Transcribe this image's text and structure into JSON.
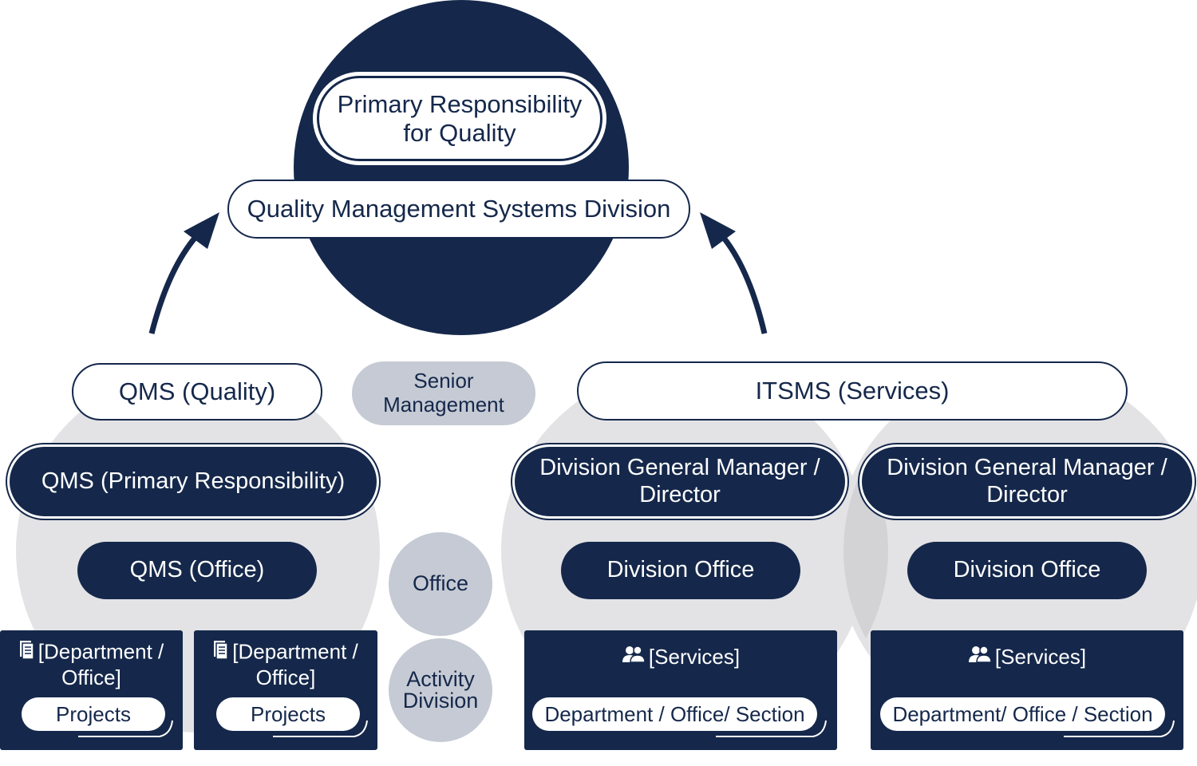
{
  "top": {
    "primary_line1": "Primary Responsibility",
    "primary_line2": "for Quality",
    "qms_division": "Quality Management Systems Division"
  },
  "left": {
    "qms_quality": "QMS (Quality)",
    "qms_primary": "QMS (Primary Responsibility)",
    "qms_office": "QMS (Office)",
    "units": [
      {
        "icon": "document-icon",
        "title_line1": "[Department /",
        "title_line2": "Office]",
        "pill": "Projects"
      },
      {
        "icon": "document-icon",
        "title_line1": "[Department /",
        "title_line2": "Office]",
        "pill": "Projects"
      }
    ]
  },
  "middle": {
    "senior_line1": "Senior",
    "senior_line2": "Management",
    "office": "Office",
    "activity_line1": "Activity",
    "activity_line2": "Division"
  },
  "right": {
    "itsms": "ITSMS (Services)",
    "columns": [
      {
        "dgm_line1": "Division General Manager /",
        "dgm_line2": "Director",
        "office": "Division Office",
        "icon": "people-icon",
        "services": "[Services]",
        "pill": "Department / Office/ Section"
      },
      {
        "dgm_line1": "Division General Manager /",
        "dgm_line2": "Director",
        "office": "Division Office",
        "icon": "people-icon",
        "services": "[Services]",
        "pill": "Department/ Office / Section"
      }
    ]
  },
  "colors": {
    "navy": "#15284b",
    "gray_light": "#e3e3e5",
    "gray_blue": "#c5cad4",
    "white": "#ffffff"
  }
}
